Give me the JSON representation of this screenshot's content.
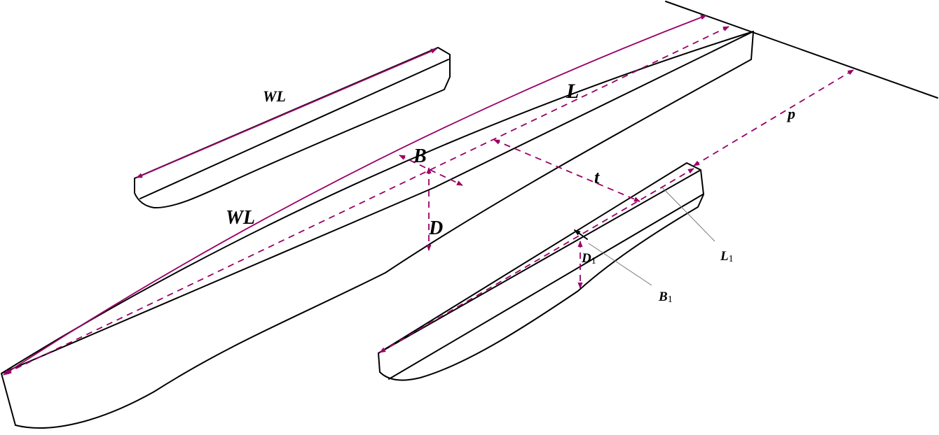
{
  "labels": {
    "wl_small": "WL",
    "wl_main": "WL",
    "L": "L",
    "B": "B",
    "D": "D",
    "t": "t",
    "p": "p",
    "D1": "D",
    "D1_sub": "1",
    "B1": "B",
    "B1_sub": "1",
    "L1": "L",
    "L1_sub": "1"
  },
  "colors": {
    "dimension": "#990066",
    "outline": "#000000",
    "leader": "#777777"
  }
}
